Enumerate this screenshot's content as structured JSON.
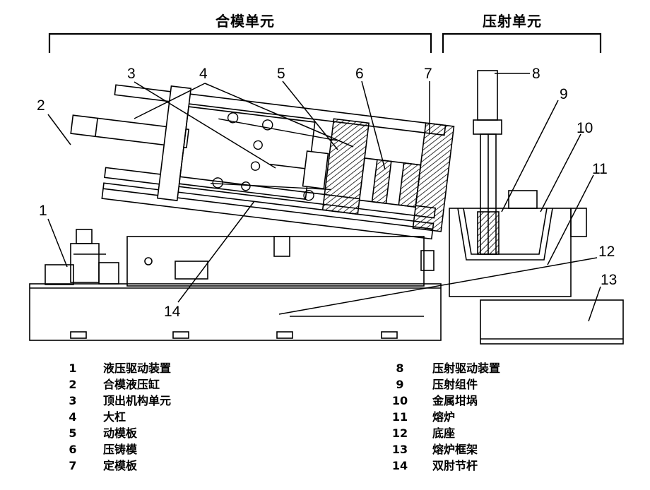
{
  "sections": {
    "clamping_unit": "合模单元",
    "injection_unit": "压射单元"
  },
  "callouts": [
    "1",
    "2",
    "3",
    "4",
    "5",
    "6",
    "7",
    "8",
    "9",
    "10",
    "11",
    "12",
    "13",
    "14"
  ],
  "legend_left": [
    {
      "num": "1",
      "label": "液压驱动装置"
    },
    {
      "num": "2",
      "label": "合模液压缸"
    },
    {
      "num": "3",
      "label": "顶出机构单元"
    },
    {
      "num": "4",
      "label": "大杠"
    },
    {
      "num": "5",
      "label": "动模板"
    },
    {
      "num": "6",
      "label": "压铸模"
    },
    {
      "num": "7",
      "label": "定模板"
    }
  ],
  "legend_right": [
    {
      "num": "8",
      "label": "压射驱动装置"
    },
    {
      "num": "9",
      "label": "压射组件"
    },
    {
      "num": "10",
      "label": "金属坩埚"
    },
    {
      "num": "11",
      "label": "熔炉"
    },
    {
      "num": "12",
      "label": "底座"
    },
    {
      "num": "13",
      "label": "熔炉框架"
    },
    {
      "num": "14",
      "label": "双肘节杆"
    }
  ],
  "colors": {
    "line": "#000000",
    "hatch": "#333333",
    "background": "#ffffff"
  }
}
